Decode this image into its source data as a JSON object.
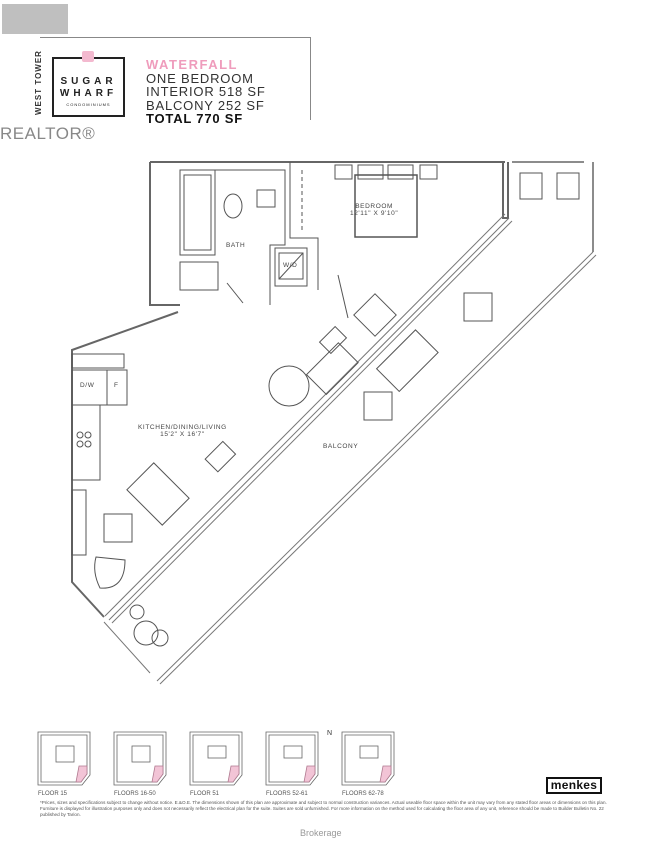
{
  "watermark": {
    "realtor": "REALTOR®",
    "brokerage": "Brokerage"
  },
  "header": {
    "tower": "WEST TOWER",
    "logo": {
      "line1": "SUGAR",
      "line2": "WHARF",
      "line3": "CONDOMINIUMS"
    },
    "unit_name": "WATERFALL",
    "unit_type": "ONE BEDROOM",
    "interior": "INTERIOR 518 SF",
    "balcony": "BALCONY 252 SF",
    "total": "TOTAL 770 SF",
    "accent_color": "#ef9cbc"
  },
  "plan": {
    "rooms": [
      {
        "name": "BEDROOM",
        "dims": "12'11\" X 9'10\""
      },
      {
        "name": "BATH"
      },
      {
        "name": "W/D"
      },
      {
        "name": "D/W"
      },
      {
        "name": "F"
      },
      {
        "name": "KITCHEN/DINING/LIVING",
        "dims": "15'2\" X 16'7\""
      },
      {
        "name": "BALCONY"
      }
    ]
  },
  "key_plans": [
    {
      "label": "FLOOR 15"
    },
    {
      "label": "FLOORS 16-50"
    },
    {
      "label": "FLOOR 51"
    },
    {
      "label": "FLOORS 52-61"
    },
    {
      "label": "FLOORS 62-78"
    }
  ],
  "north_label": "N",
  "brand": "menkes",
  "disclaimer": "*Prices, sizes and specifications subject to change without notice. E.&O.E. The dimensions shown of this plan are approximate and subject to normal construction variances. Actual useable floor space within the unit may vary from any stated floor areas or dimensions on this plan. Furniture is displayed for illustration purposes only and does not necessarily reflect the electrical plan for the suite. Suites are sold unfurnished. For more information on the method used for calculating the floor area of any unit, reference should be made to Builder Bulletin No. 22 published by Tarion."
}
